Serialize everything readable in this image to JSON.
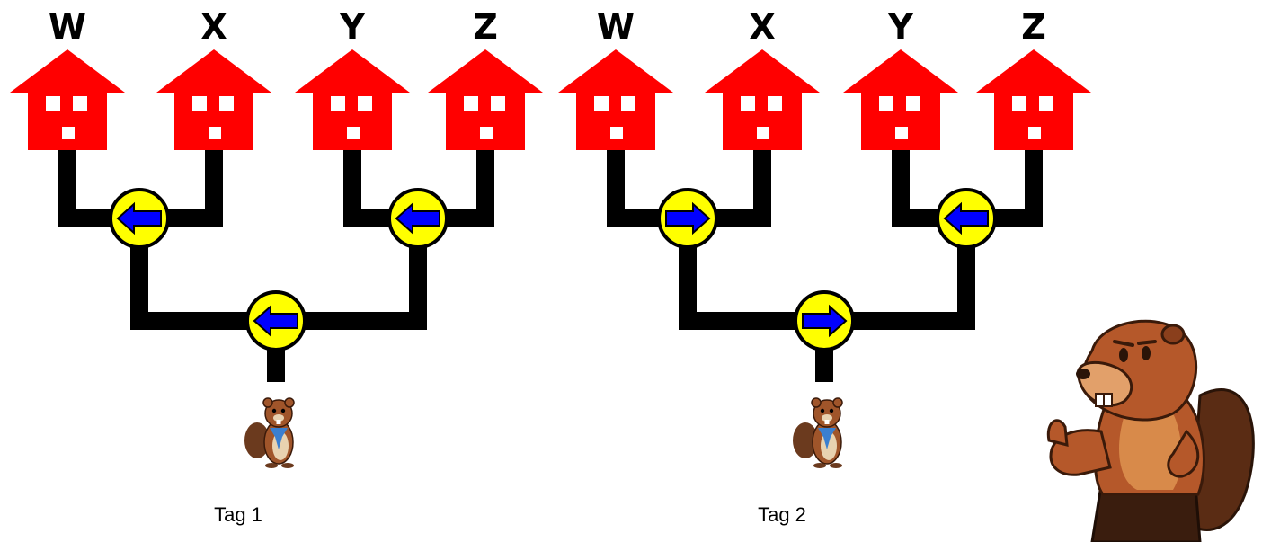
{
  "diagrams": [
    {
      "houses": [
        "W",
        "X",
        "Y",
        "Z"
      ],
      "switches": {
        "left": "left",
        "right": "left",
        "root": "left"
      },
      "day_label": "Tag 1"
    },
    {
      "houses": [
        "W",
        "X",
        "Y",
        "Z"
      ],
      "switches": {
        "left": "right",
        "right": "left",
        "root": "right"
      },
      "day_label": "Tag 2"
    }
  ],
  "colors": {
    "house": "#ff0000",
    "road": "#000000",
    "switch_fill": "#ffff00",
    "arrow": "#0000ff",
    "beaver_fur": "#a0552a"
  },
  "icons": [
    "house-icon",
    "switch-icon",
    "small-beaver-icon",
    "mascot-beaver-icon"
  ]
}
